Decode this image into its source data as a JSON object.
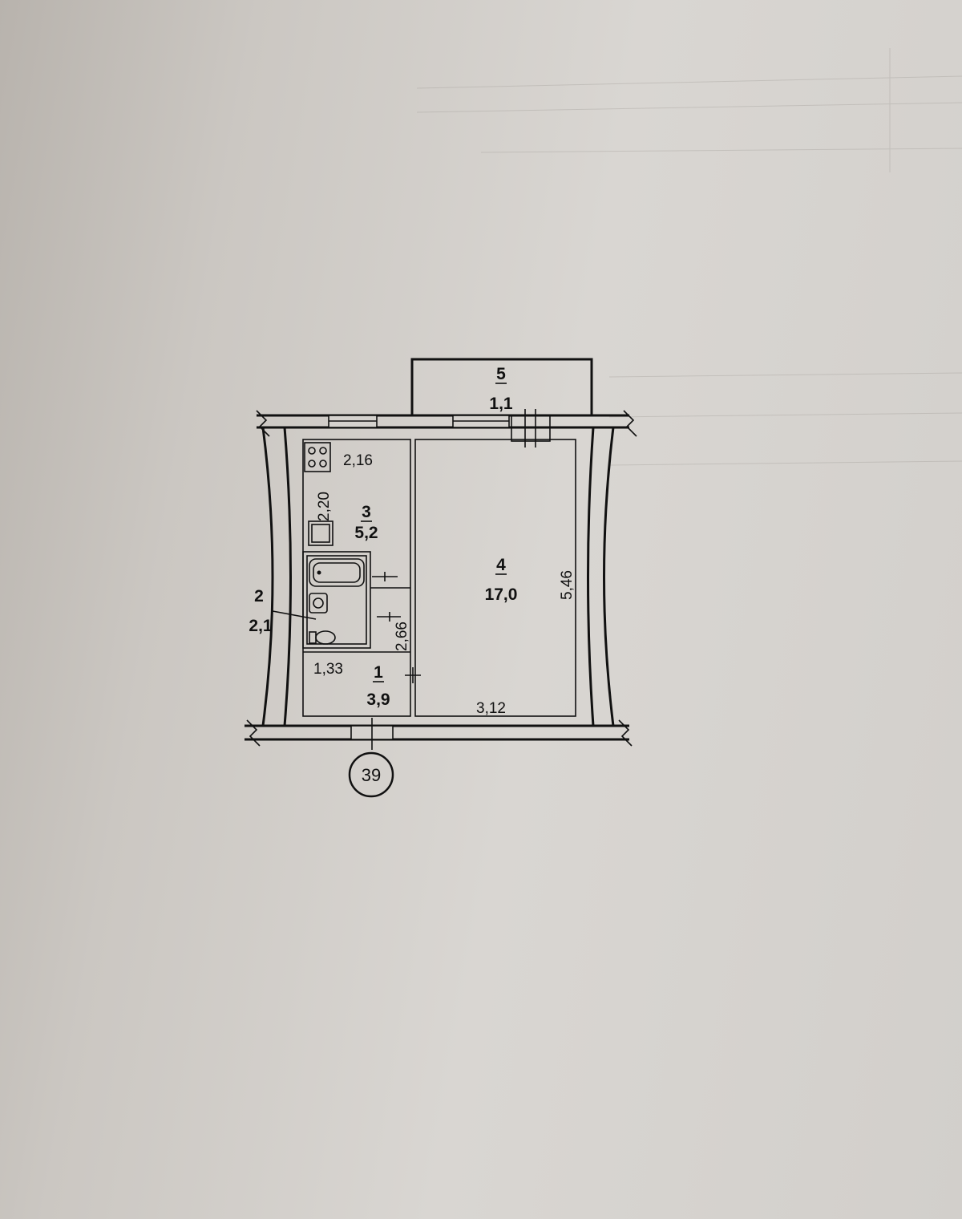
{
  "rooms": [
    {
      "number": "1",
      "area": "3,9"
    },
    {
      "number": "2",
      "area": "2,1"
    },
    {
      "number": "3",
      "area": "5,2"
    },
    {
      "number": "4",
      "area": "17,0"
    },
    {
      "number": "5",
      "area": "1,1"
    }
  ],
  "dimensions": {
    "kitchen_width": "2,16",
    "kitchen_length": "2,20",
    "hall_length": "2,66",
    "hall_width": "1,33",
    "room_width": "3,12",
    "room_length": "5,46"
  },
  "apartment_number": "39"
}
